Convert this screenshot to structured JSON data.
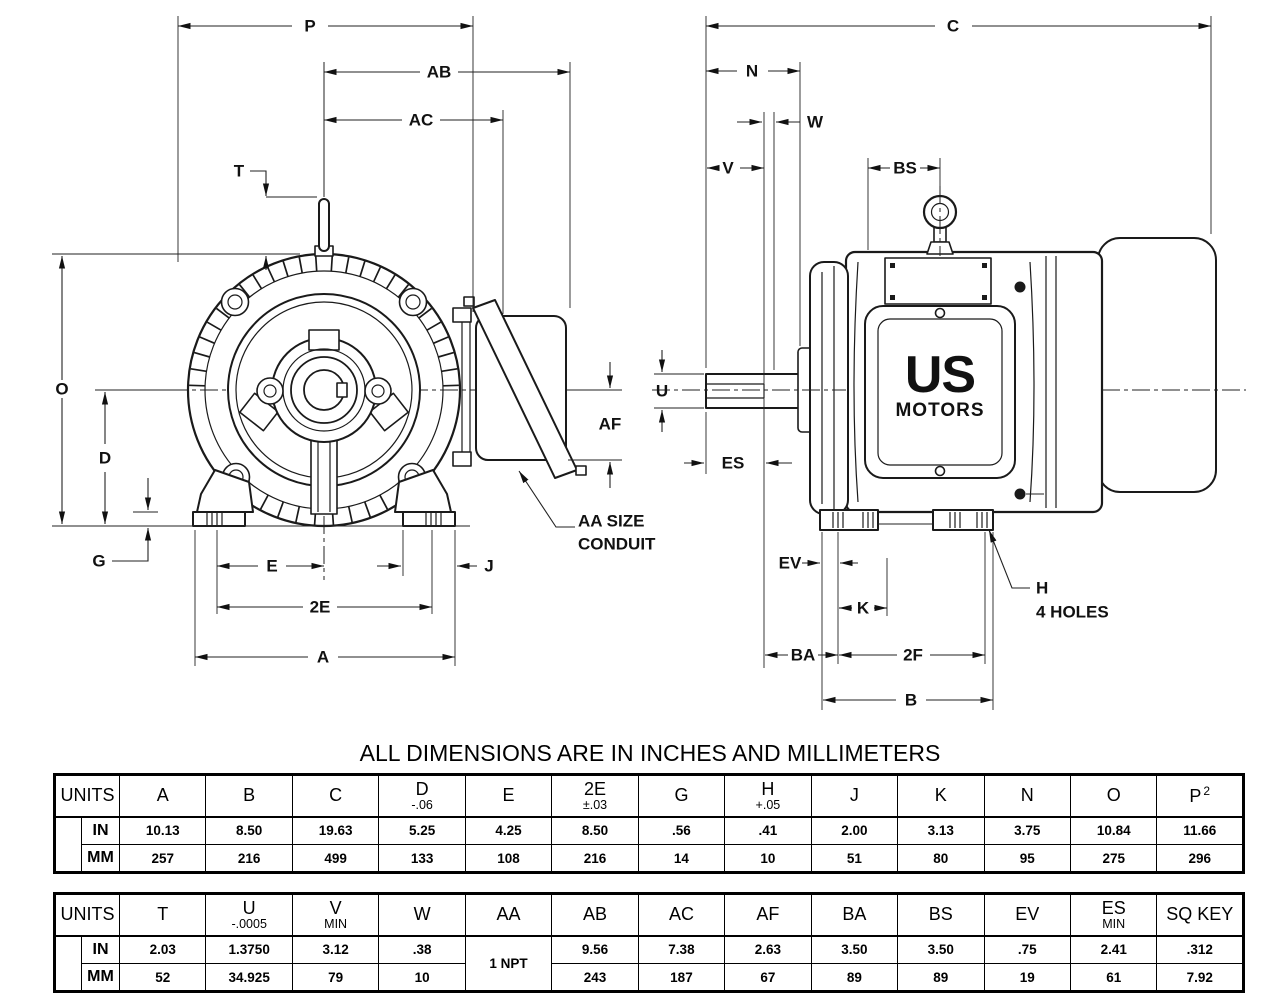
{
  "title": "ALL DIMENSIONS ARE IN INCHES AND MILLIMETERS",
  "colors": {
    "line": "#1a1a1a",
    "background": "#ffffff",
    "text": "#000000"
  },
  "drawing": {
    "logo": {
      "top": "US",
      "bottom": "MOTORS"
    },
    "front_view": {
      "dims": {
        "p": "P",
        "ab": "AB",
        "ac": "AC",
        "t": "T",
        "o": "O",
        "d": "D",
        "g": "G",
        "e": "E",
        "two_e": "2E",
        "a": "A",
        "j": "J",
        "af": "AF"
      },
      "conduit_note_line1": "AA SIZE",
      "conduit_note_line2": "CONDUIT"
    },
    "side_view": {
      "dims": {
        "c": "C",
        "n": "N",
        "w": "W",
        "v": "V",
        "bs": "BS",
        "u": "U",
        "es": "ES",
        "ev": "EV",
        "k": "K",
        "ba": "BA",
        "two_f": "2F",
        "b": "B"
      },
      "holes_note_line1": "H",
      "holes_note_line2": "4 HOLES"
    }
  },
  "tables": [
    {
      "units_label": "UNITS",
      "row_labels": [
        "IN",
        "MM"
      ],
      "columns": [
        {
          "label": "A"
        },
        {
          "label": "B"
        },
        {
          "label": "C"
        },
        {
          "label": "D",
          "sub": "-.06"
        },
        {
          "label": "E"
        },
        {
          "label": "2E",
          "sub": "±.03"
        },
        {
          "label": "G"
        },
        {
          "label": "H",
          "sub": "+.05"
        },
        {
          "label": "J"
        },
        {
          "label": "K"
        },
        {
          "label": "N"
        },
        {
          "label": "O"
        },
        {
          "label": "P",
          "sup": "2"
        }
      ],
      "in_values": [
        "10.13",
        "8.50",
        "19.63",
        "5.25",
        "4.25",
        "8.50",
        ".56",
        ".41",
        "2.00",
        "3.13",
        "3.75",
        "10.84",
        "11.66"
      ],
      "mm_values": [
        "257",
        "216",
        "499",
        "133",
        "108",
        "216",
        "14",
        "10",
        "51",
        "80",
        "95",
        "275",
        "296"
      ]
    },
    {
      "units_label": "UNITS",
      "row_labels": [
        "IN",
        "MM"
      ],
      "columns": [
        {
          "label": "T"
        },
        {
          "label": "U",
          "sub": "-.0005"
        },
        {
          "label": "V",
          "sub": "MIN"
        },
        {
          "label": "W"
        },
        {
          "label": "AA"
        },
        {
          "label": "AB"
        },
        {
          "label": "AC"
        },
        {
          "label": "AF"
        },
        {
          "label": "BA"
        },
        {
          "label": "BS"
        },
        {
          "label": "EV"
        },
        {
          "label": "ES",
          "sub": "MIN"
        },
        {
          "label": "SQ KEY"
        }
      ],
      "in_values": [
        "2.03",
        "1.3750",
        "3.12",
        ".38",
        null,
        "9.56",
        "7.38",
        "2.63",
        "3.50",
        "3.50",
        ".75",
        "2.41",
        ".312"
      ],
      "mm_values": [
        "52",
        "34.925",
        "79",
        "10",
        null,
        "243",
        "187",
        "67",
        "89",
        "89",
        "19",
        "61",
        "7.92"
      ],
      "merged": {
        "col_index": 4,
        "value": "1 NPT"
      }
    }
  ]
}
